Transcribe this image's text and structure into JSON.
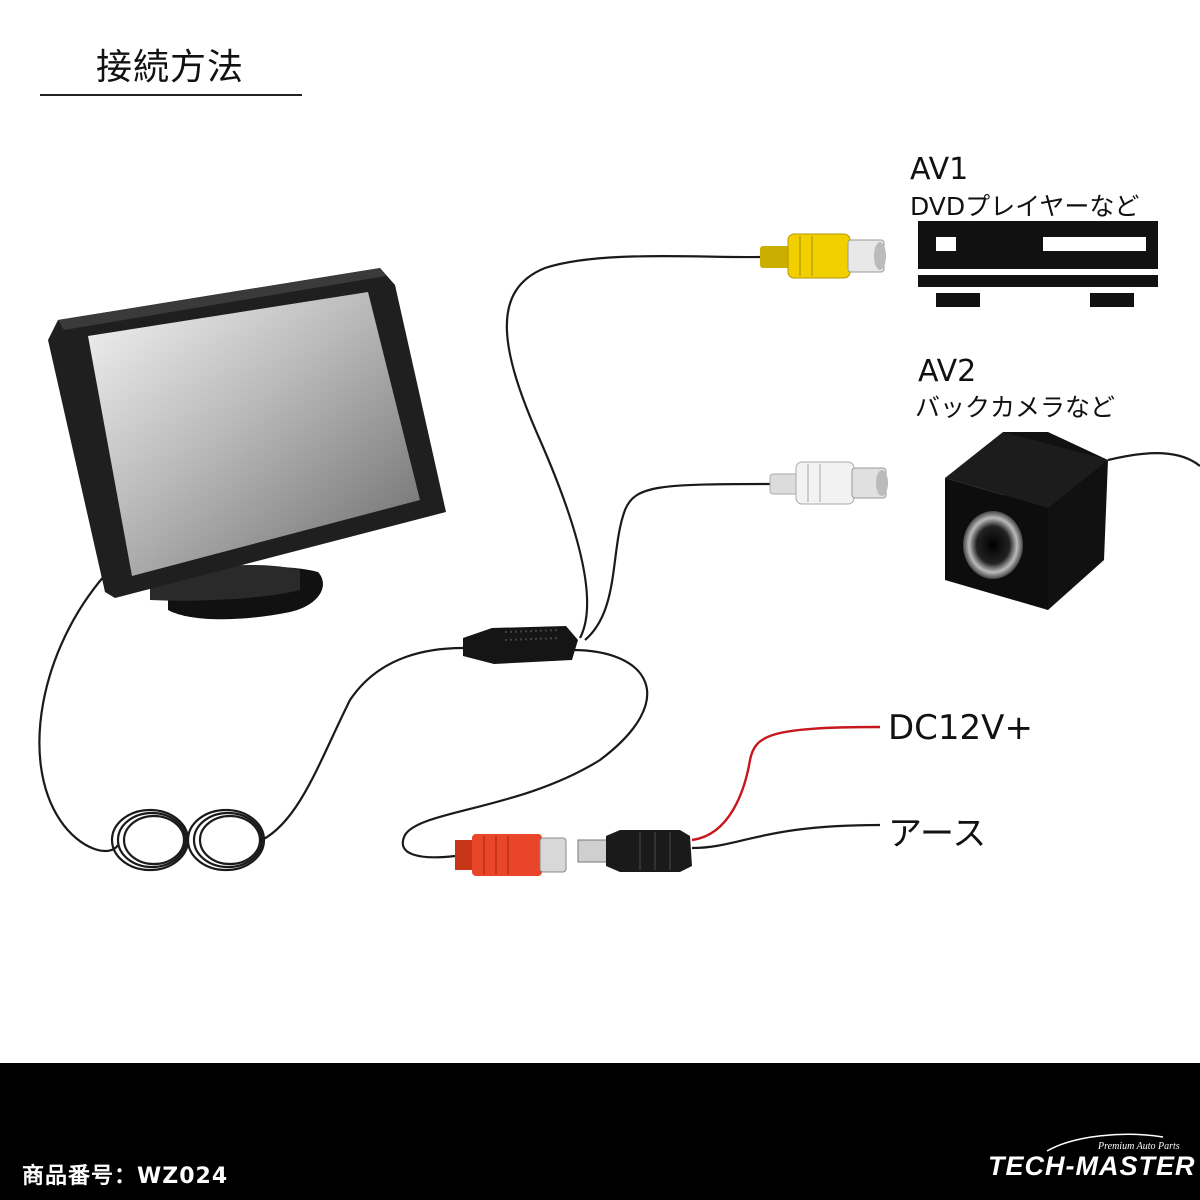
{
  "title": "接続方法",
  "labels": {
    "av1": "AV1",
    "av1_sub": "DVDプレイヤーなど",
    "av2": "AV2",
    "av2_sub": "バックカメラなど",
    "dc": "DC12V+",
    "ground": "アース"
  },
  "footer": {
    "product": "商品番号：WZ024",
    "brand": "TECH-MASTER",
    "brand_sub": "Premium Auto Parts"
  },
  "colors": {
    "background": "#ffffff",
    "footer_bg": "#000000",
    "cable": "#1a1a1a",
    "yellow_rca": "#f2d000",
    "white_rca": "#f2f2f2",
    "red_jack": "#e8452a",
    "positive_wire": "#c8161d",
    "camera": "#1c1c1c"
  },
  "icons": [
    "monitor-icon",
    "dvd-player-icon",
    "backup-camera-icon",
    "yellow-rca-connector-icon",
    "white-rca-connector-icon",
    "dc-jack-icon",
    "dc-plug-icon",
    "cable-coil-icon",
    "splitter-box-icon"
  ]
}
